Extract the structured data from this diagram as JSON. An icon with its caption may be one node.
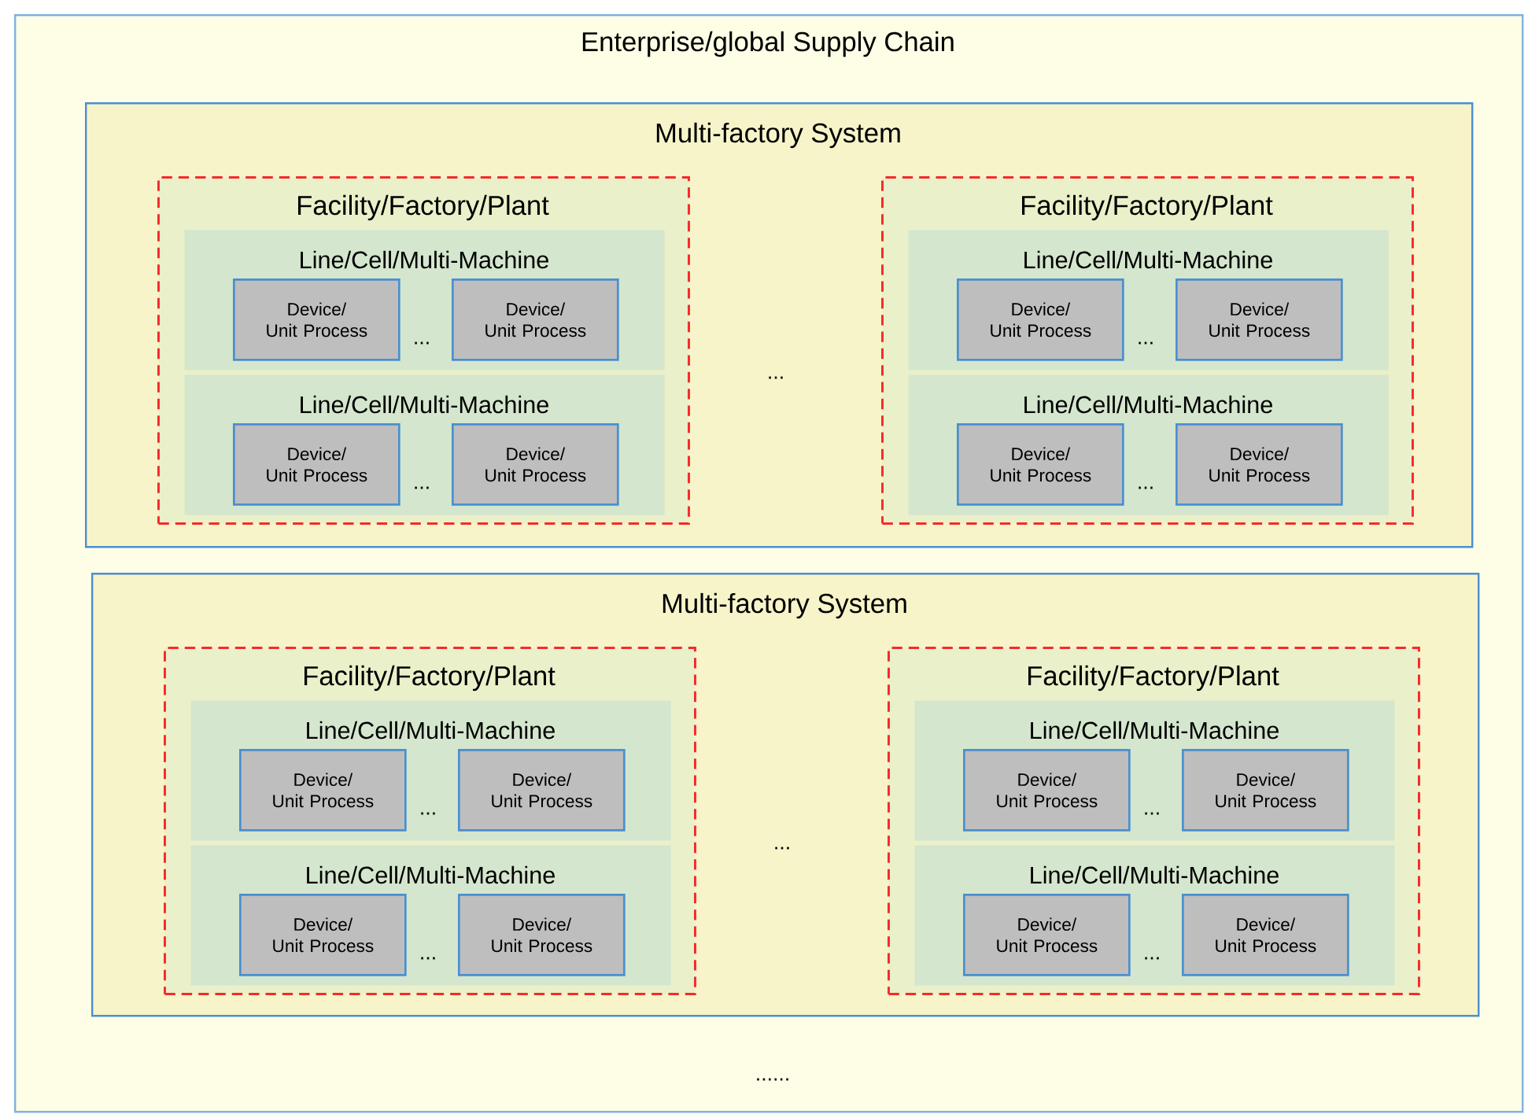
{
  "diagram": {
    "nodes": [
      {
        "text": [
          "Enterprise/global Supply Chain"
        ]
      },
      {
        "text": [
          "Multi-factory System"
        ],
        "in": 0
      },
      {
        "text": [
          "Facility/Factory/Plant"
        ],
        "in": 1
      },
      {
        "text": [
          "Line/Cell/Multi-Machine"
        ],
        "in": 2
      },
      {
        "text": [
          "Device/ Unit Process"
        ],
        "in": 3
      },
      {
        "text": [
          "Device/ Unit Process"
        ],
        "in": 3
      },
      {
        "text": [
          "Line/Cell/Multi-Machine"
        ],
        "in": 2
      },
      {
        "text": [
          "Device/ Unit Process"
        ],
        "in": 6
      },
      {
        "text": [
          "Device/ Unit Process"
        ],
        "in": 6
      },
      {
        "text": [
          "Facility/Factory/Plant"
        ],
        "in": 1
      },
      {
        "text": [
          "Line/Cell/Multi-Machine"
        ],
        "in": 9
      },
      {
        "text": [
          "Device/ Unit Process"
        ],
        "in": 10
      },
      {
        "text": [
          "Device/ Unit Process"
        ],
        "in": 10
      },
      {
        "text": [
          "Line/Cell/Multi-Machine"
        ],
        "in": 9
      },
      {
        "text": [
          "Device/ Unit Process"
        ],
        "in": 13
      },
      {
        "text": [
          "Device/ Unit Process"
        ],
        "in": 13
      },
      {
        "text": [
          "Multi-factory System"
        ],
        "in": 0
      },
      {
        "text": [
          "Facility/Factory/Plant"
        ],
        "in": 16
      },
      {
        "text": [
          "Line/Cell/Multi-Machine"
        ],
        "in": 17
      },
      {
        "text": [
          "Device/ Unit Process"
        ],
        "in": 18
      },
      {
        "text": [
          "Device/ Unit Process"
        ],
        "in": 18
      },
      {
        "text": [
          "Line/Cell/Multi-Machine"
        ],
        "in": 17
      },
      {
        "text": [
          "Device/ Unit Process"
        ],
        "in": 21
      },
      {
        "text": [
          "Device/ Unit Process"
        ],
        "in": 21
      },
      {
        "text": [
          "Facility/Factory/Plant"
        ],
        "in": 16
      },
      {
        "text": [
          "Line/Cell/Multi-Machine"
        ],
        "in": 24
      },
      {
        "text": [
          "Device/ Unit Process"
        ],
        "in": 25
      },
      {
        "text": [
          "Device/ Unit Process"
        ],
        "in": 25
      },
      {
        "text": [
          "Line/Cell/Multi-Machine"
        ],
        "in": 24
      },
      {
        "text": [
          "Device/ Unit Process"
        ],
        "in": 28
      },
      {
        "text": [
          "Device/ Unit Process"
        ],
        "in": 28
      }
    ],
    "labels": [
      "...",
      "...",
      "...",
      "...",
      "...",
      "...",
      "...",
      "...",
      "...",
      "...",
      "......"
    ]
  }
}
